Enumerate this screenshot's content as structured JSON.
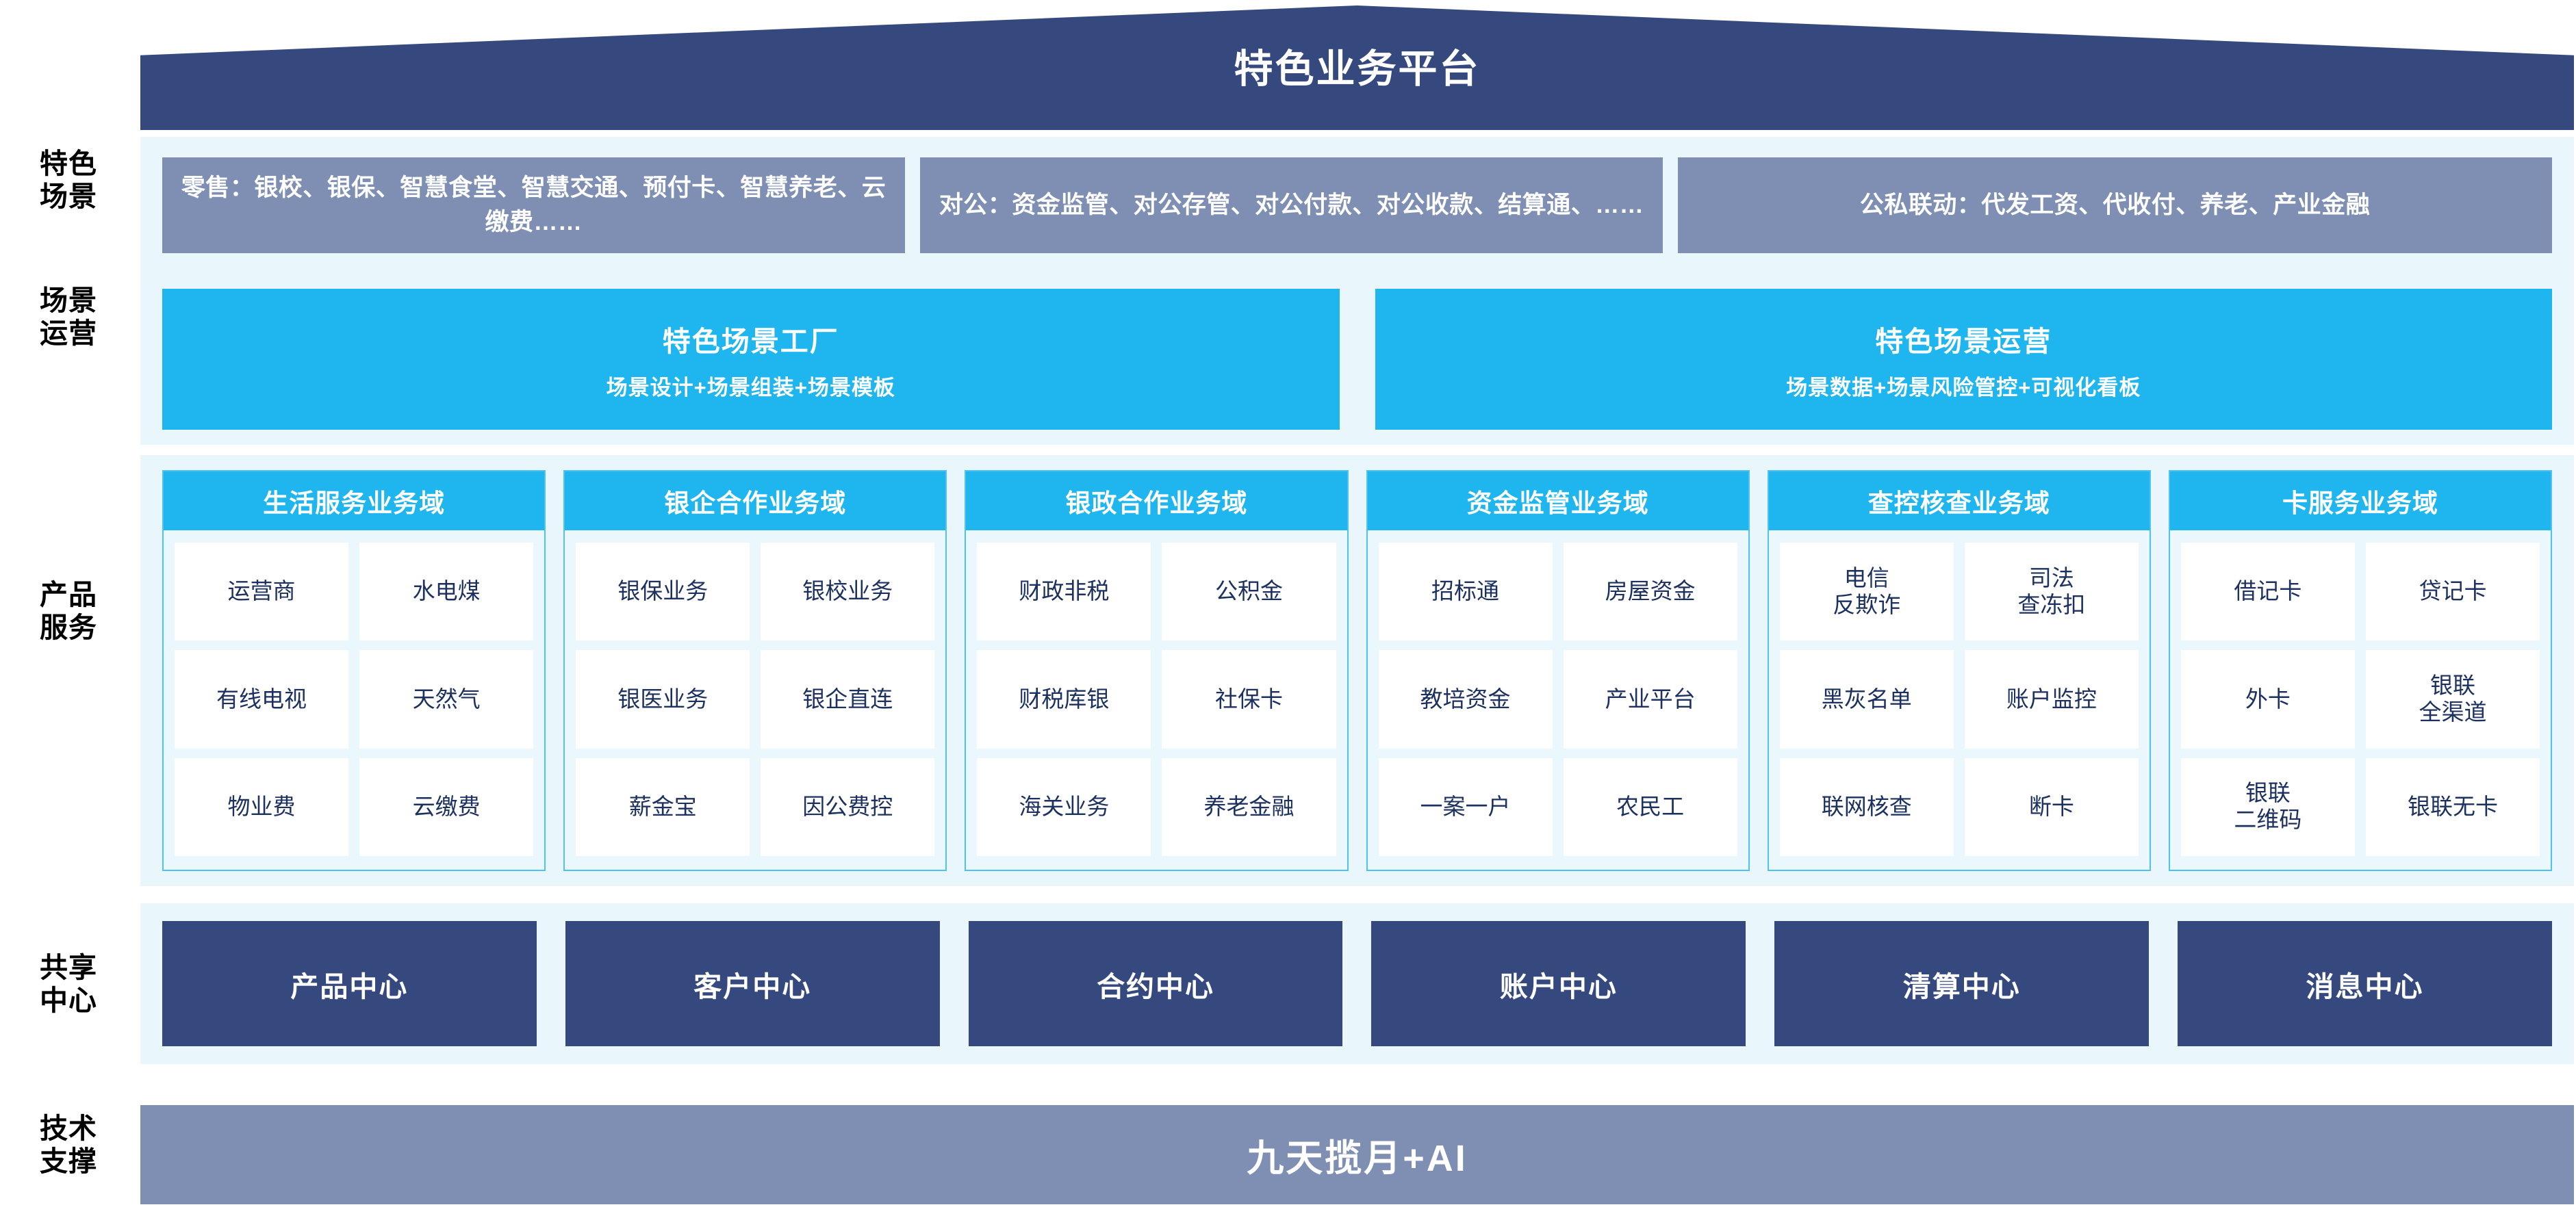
{
  "header": {
    "title": "特色业务平台"
  },
  "row_labels": {
    "scenes": "特色\n场景",
    "operations": "场景\n运营",
    "products": "产品\n服务",
    "centers": "共享\n中心",
    "tech": "技术\n支撑"
  },
  "scenes": {
    "cards": [
      {
        "text": "零售：银校、银保、智慧食堂、智慧交通、预付卡、智慧养老、云缴费……"
      },
      {
        "text": "对公：资金监管、对公存管、对公付款、对公收款、结算通、……"
      },
      {
        "text": "公私联动：代发工资、代收付、养老、产业金融"
      }
    ]
  },
  "operations": {
    "cards": [
      {
        "title": "特色场景工厂",
        "subtitle": "场景设计+场景组装+场景模板"
      },
      {
        "title": "特色场景运营",
        "subtitle": "场景数据+场景风险管控+可视化看板"
      }
    ]
  },
  "product_domains": [
    {
      "title": "生活服务业务域",
      "items": [
        "运营商",
        "水电煤",
        "有线电视",
        "天然气",
        "物业费",
        "云缴费"
      ]
    },
    {
      "title": "银企合作业务域",
      "items": [
        "银保业务",
        "银校业务",
        "银医业务",
        "银企直连",
        "薪金宝",
        "因公费控"
      ]
    },
    {
      "title": "银政合作业务域",
      "items": [
        "财政非税",
        "公积金",
        "财税库银",
        "社保卡",
        "海关业务",
        "养老金融"
      ]
    },
    {
      "title": "资金监管业务域",
      "items": [
        "招标通",
        "房屋资金",
        "教培资金",
        "产业平台",
        "一案一户",
        "农民工"
      ]
    },
    {
      "title": "查控核查业务域",
      "items": [
        "电信\n反欺诈",
        "司法\n查冻扣",
        "黑灰名单",
        "账户监控",
        "联网核查",
        "断卡"
      ]
    },
    {
      "title": "卡服务业务域",
      "items": [
        "借记卡",
        "贷记卡",
        "外卡",
        "银联\n全渠道",
        "银联\n二维码",
        "银联无卡"
      ]
    }
  ],
  "shared_centers": [
    {
      "label": "产品中心"
    },
    {
      "label": "客户中心"
    },
    {
      "label": "合约中心"
    },
    {
      "label": "账户中心"
    },
    {
      "label": "清算中心"
    },
    {
      "label": "消息中心"
    }
  ],
  "tech_support": {
    "label": "九天揽月+AI"
  },
  "colors": {
    "roof_navy": "#35497f",
    "band_bg": "#e9f7fd",
    "scene_slate": "#7e8fb3",
    "cyan": "#1fb6ef",
    "domain_border": "#4ec3f2",
    "domain_bg": "#eaf8fd",
    "item_text": "#1c3160",
    "center_navy": "#35497f",
    "tech_slate": "#7e8fb3"
  }
}
